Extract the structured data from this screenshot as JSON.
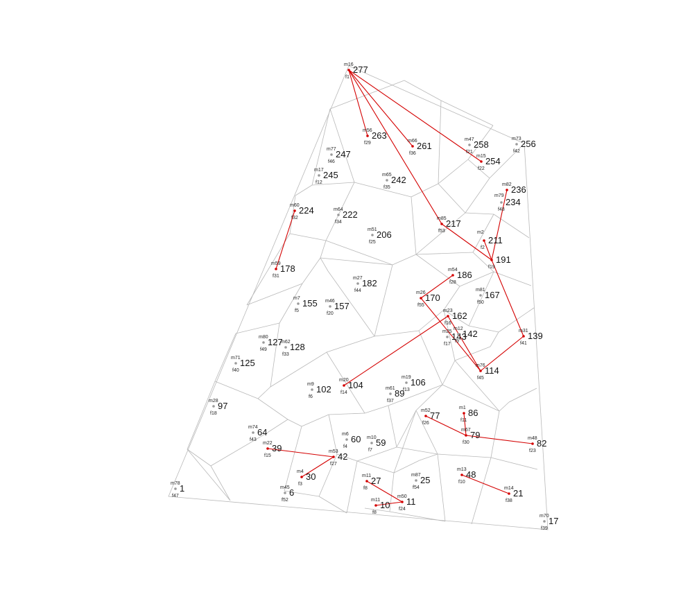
{
  "diagram": {
    "type": "voronoi-territory-map",
    "colors": {
      "cell_lines": "#b8b8b8",
      "links": "#d40000",
      "points": "#9a9a9a",
      "text": "#111111"
    },
    "territories": [
      {
        "id": "277",
        "m": "m16",
        "f": "f1"
      },
      {
        "id": "263",
        "m": "m56",
        "f": "f29"
      },
      {
        "id": "261",
        "m": "m66",
        "f": "f36"
      },
      {
        "id": "258",
        "m": "m47",
        "f": "f21"
      },
      {
        "id": "256",
        "m": "m73",
        "f": "f42"
      },
      {
        "id": "254",
        "m": "m15",
        "f": "f22"
      },
      {
        "id": "247",
        "m": "m77",
        "f": "f46"
      },
      {
        "id": "245",
        "m": "m17",
        "f": "f12"
      },
      {
        "id": "242",
        "m": "m65",
        "f": "f35"
      },
      {
        "id": "236",
        "m": "m82",
        "f": ""
      },
      {
        "id": "234",
        "m": "m79",
        "f": "f48"
      },
      {
        "id": "224",
        "m": "m60",
        "f": "f32"
      },
      {
        "id": "222",
        "m": "m64",
        "f": "f34"
      },
      {
        "id": "217",
        "m": "m85",
        "f": "f53"
      },
      {
        "id": "211",
        "m": "m2",
        "f": "f2"
      },
      {
        "id": "206",
        "m": "m51",
        "f": "f25"
      },
      {
        "id": "191",
        "m": "",
        "f": "f19"
      },
      {
        "id": "186",
        "m": "m54",
        "f": "f28"
      },
      {
        "id": "182",
        "m": "m27",
        "f": "f44"
      },
      {
        "id": "178",
        "m": "m59",
        "f": "f31"
      },
      {
        "id": "170",
        "m": "m26",
        "f": "f55"
      },
      {
        "id": "167",
        "m": "m81",
        "f": "f50"
      },
      {
        "id": "162",
        "m": "m23",
        "f": "f16"
      },
      {
        "id": "157",
        "m": "m46",
        "f": "f20"
      },
      {
        "id": "155",
        "m": "m7",
        "f": "f5"
      },
      {
        "id": "143",
        "m": "m25",
        "f": "f17"
      },
      {
        "id": "142",
        "m": "m12",
        "f": "f9"
      },
      {
        "id": "139",
        "m": "m31",
        "f": "f41"
      },
      {
        "id": "128",
        "m": "m62",
        "f": "f33"
      },
      {
        "id": "127",
        "m": "m80",
        "f": "f49"
      },
      {
        "id": "125",
        "m": "m71",
        "f": "f40"
      },
      {
        "id": "114",
        "m": "m76",
        "f": "f45"
      },
      {
        "id": "106",
        "m": "m19",
        "f": "f13"
      },
      {
        "id": "104",
        "m": "m20",
        "f": "f14"
      },
      {
        "id": "102",
        "m": "m9",
        "f": "f6"
      },
      {
        "id": "97",
        "m": "m28",
        "f": "f18"
      },
      {
        "id": "89",
        "m": "m61",
        "f": "f37"
      },
      {
        "id": "86",
        "m": "m1",
        "f": "f11"
      },
      {
        "id": "82",
        "m": "m48",
        "f": "f23"
      },
      {
        "id": "79",
        "m": "m67",
        "f": "f30"
      },
      {
        "id": "77",
        "m": "m52",
        "f": "f26"
      },
      {
        "id": "64",
        "m": "m74",
        "f": "f43"
      },
      {
        "id": "60",
        "m": "m6",
        "f": "f4"
      },
      {
        "id": "59",
        "m": "m10",
        "f": "f7"
      },
      {
        "id": "48",
        "m": "m13",
        "f": "f10"
      },
      {
        "id": "42",
        "m": "m53",
        "f": "f27"
      },
      {
        "id": "39",
        "m": "m22",
        "f": "f15"
      },
      {
        "id": "30",
        "m": "m4",
        "f": "f3"
      },
      {
        "id": "27",
        "m": "m11",
        "f": "f8"
      },
      {
        "id": "25",
        "m": "m87",
        "f": "f54"
      },
      {
        "id": "21",
        "m": "m14",
        "f": "f38"
      },
      {
        "id": "17",
        "m": "m70",
        "f": "f39"
      },
      {
        "id": "11",
        "m": "m50",
        "f": "f24"
      },
      {
        "id": "10",
        "m": "m11",
        "f": "f8"
      },
      {
        "id": "6",
        "m": "m45",
        "f": "f52"
      },
      {
        "id": "1",
        "m": "m78",
        "f": "f47"
      }
    ],
    "links": [
      [
        "277",
        "263"
      ],
      [
        "277",
        "261"
      ],
      [
        "277",
        "254"
      ],
      [
        "277",
        "217"
      ],
      [
        "217",
        "191"
      ],
      [
        "211",
        "191"
      ],
      [
        "236",
        "191"
      ],
      [
        "191",
        "139"
      ],
      [
        "139",
        "114"
      ],
      [
        "170",
        "186"
      ],
      [
        "170",
        "114"
      ],
      [
        "162",
        "104"
      ],
      [
        "162",
        "114"
      ],
      [
        "224",
        "178"
      ],
      [
        "77",
        "79"
      ],
      [
        "79",
        "82"
      ],
      [
        "86",
        "79"
      ],
      [
        "39",
        "42"
      ],
      [
        "42",
        "30"
      ],
      [
        "27",
        "11"
      ],
      [
        "10",
        "11"
      ],
      [
        "48",
        "21"
      ]
    ]
  }
}
